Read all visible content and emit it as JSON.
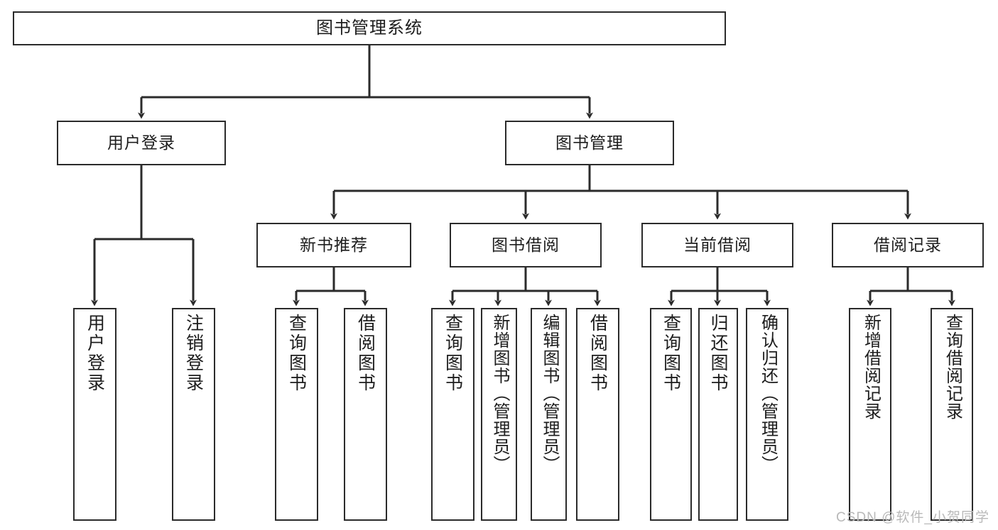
{
  "diagram": {
    "title": "图书管理系统",
    "watermark": "CSDN @软件_小贺同学",
    "colors": {
      "stroke": "#2b2b2b",
      "fill": "#ffffff",
      "text": "#1d1d1d",
      "watermark": "#b9b9b9"
    },
    "root": {
      "label": "图书管理系统"
    },
    "level1": [
      {
        "label": "用户登录"
      },
      {
        "label": "图书管理"
      }
    ],
    "level2": [
      {
        "label": "新书推荐"
      },
      {
        "label": "图书借阅"
      },
      {
        "label": "当前借阅"
      },
      {
        "label": "借阅记录"
      }
    ],
    "leaves": {
      "user_login": [
        {
          "label": "用户登录"
        },
        {
          "label": "注销登录"
        }
      ],
      "new_book": [
        {
          "label": "查询图书"
        },
        {
          "label": "借阅图书"
        }
      ],
      "book_borrow": [
        {
          "label": "查询图书"
        },
        {
          "label": "新增图书（管理员）"
        },
        {
          "label": "编辑图书（管理员）"
        },
        {
          "label": "借阅图书"
        }
      ],
      "current_borrow": [
        {
          "label": "查询图书"
        },
        {
          "label": "归还图书"
        },
        {
          "label": "确认归还（管理员）"
        }
      ],
      "borrow_record": [
        {
          "label": "新增借阅记录"
        },
        {
          "label": "查询借阅记录"
        }
      ]
    }
  }
}
